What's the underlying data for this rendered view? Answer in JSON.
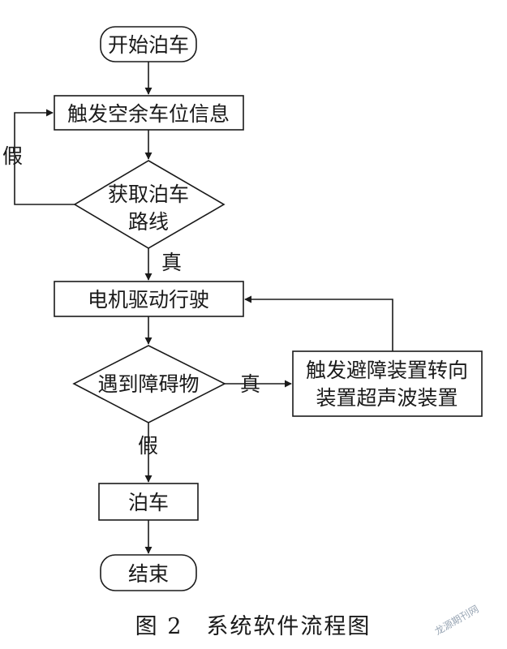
{
  "nodes": {
    "start": "开始泊车",
    "trigger_space": "触发空余车位信息",
    "get_route_line1": "获取泊车",
    "get_route_line2": "路线",
    "motor_drive": "电机驱动行驶",
    "obstacle": "遇到障碍物",
    "avoid_line1": "触发避障装置转向",
    "avoid_line2": "装置超声波装置",
    "park": "泊车",
    "end": "结束"
  },
  "edge_labels": {
    "route_false": "假",
    "route_true": "真",
    "obstacle_true": "真",
    "obstacle_false": "假"
  },
  "caption": "图 2　系统软件流程图",
  "watermark": "龙源期刊网"
}
